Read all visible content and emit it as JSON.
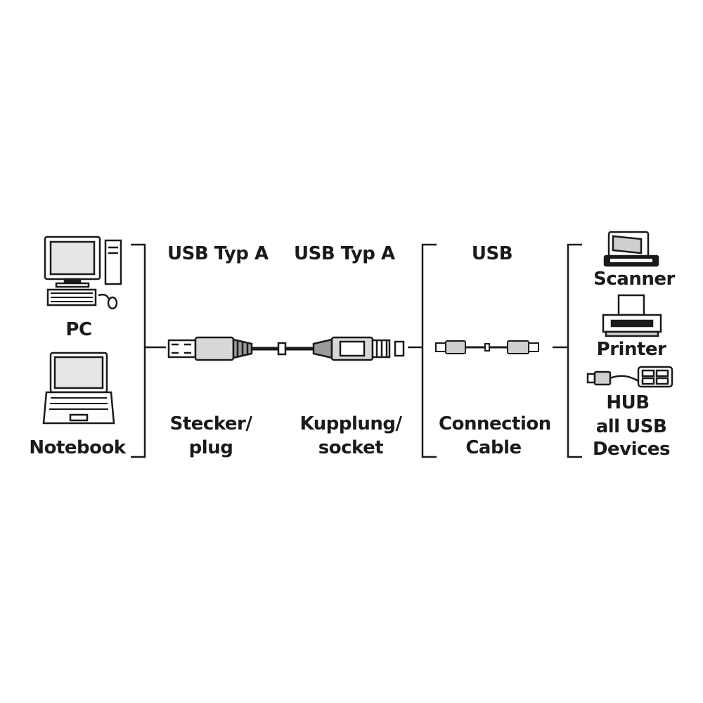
{
  "left_devices": {
    "pc_label": "PC",
    "notebook_label": "Notebook"
  },
  "plug": {
    "type_label": "USB Typ A",
    "caption_line1": "Stecker/",
    "caption_line2": "plug"
  },
  "socket": {
    "type_label": "USB Typ A",
    "caption_line1": "Kupplung/",
    "caption_line2": "socket"
  },
  "connection": {
    "type_label": "USB",
    "caption_line1": "Connection",
    "caption_line2": "Cable"
  },
  "right_devices": {
    "scanner_label": "Scanner",
    "printer_label": "Printer",
    "hub_line1": "HUB",
    "hub_line2": "all USB",
    "hub_line3": "Devices"
  },
  "colors": {
    "ink": "#1a1a1a",
    "paper": "#ffffff",
    "shade": "#9a9a9a"
  }
}
